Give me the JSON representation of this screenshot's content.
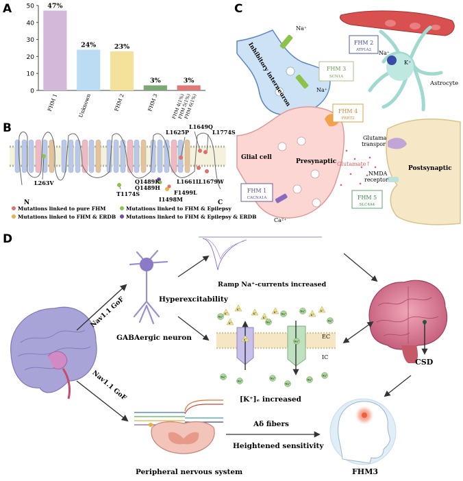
{
  "panels": {
    "a": "A",
    "b": "B",
    "c": "C",
    "d": "D"
  },
  "chart_data": {
    "type": "bar",
    "categories": [
      "FHM 1",
      "Unknown",
      "FHM 2",
      "FHM 3",
      "FHM 4(1%) FHM 5(1%) FHM 6(1%)"
    ],
    "values": [
      47,
      24,
      23,
      3,
      3
    ],
    "value_labels": [
      "47%",
      "24%",
      "23%",
      "3%",
      "3%"
    ],
    "colors": [
      "#d4b8dc",
      "#bcdcf4",
      "#f4e29a",
      "#7ba874",
      "#e07a7a"
    ],
    "ylim": [
      0,
      50
    ],
    "yticks": [
      0,
      10,
      20,
      30,
      40,
      50
    ],
    "title": "",
    "xlabel": "",
    "ylabel": ""
  },
  "panel_b": {
    "mutations": [
      "L263V",
      "T1174S",
      "Q1489K",
      "Q1489H",
      "I1498M",
      "F1499L",
      "L1625P",
      "L1649Q",
      "L1661L",
      "L1679W",
      "L1774S"
    ],
    "terminal_n": "N",
    "terminal_c": "C",
    "legend": [
      {
        "label": "Mutations linked to pure FHM",
        "color": "#e07070"
      },
      {
        "label": "Mutations linked to FHM & Epilepsy",
        "color": "#8ac24a"
      },
      {
        "label": "Mutations linked to FHM & ERDB",
        "color": "#f0b040"
      },
      {
        "label": "Mutations linked to FHM & Epilepsy & ERDB",
        "color": "#7a4aa0"
      }
    ]
  },
  "panel_c": {
    "inhibitory_interneuron": "Inhibitory interneuron",
    "na_top": "Na⁺",
    "na_bottom": "Na⁺",
    "fhm3": {
      "name": "FHM 3",
      "gene": "SCN1A"
    },
    "fhm2": {
      "name": "FHM 2",
      "gene": "ATP1A2"
    },
    "astro_na": "Na⁺",
    "astro_k": "K⁺",
    "astrocyte": "Astrocyte",
    "fhm4": {
      "name": "FHM 4",
      "gene": "PRRT2"
    },
    "glial_cell": "Glial cell",
    "presynaptic": "Presynaptic",
    "glutamate_transporter": [
      "Glutamate",
      "transporter"
    ],
    "glutamate": "Glutamate↑",
    "postsynaptic": "Postsynaptic",
    "nmda_receptor": [
      "NMDA",
      "receptor"
    ],
    "fhm1": {
      "name": "FHM 1",
      "gene": "CACNA1A"
    },
    "ca": "Ca²⁺",
    "fhm5": {
      "name": "FHM 5",
      "gene": "SLC4A4"
    }
  },
  "panel_d": {
    "gof_upper": "Nav1.1 GoF",
    "gof_lower": "Nav1.1 GoF",
    "hyperexcitability": "Hyperexcitability",
    "gabaergic_neuron": "GABAergic neuron",
    "ramp": "Ramp Na⁺-currents increased",
    "k_label": "K⁺",
    "na_label": "Na⁺",
    "ec": "EC",
    "ic": "IC",
    "k_increased": "[K⁺]ₑ increased",
    "csd": "CSD",
    "adelta": "Aδ fibers",
    "heightened": "Heightened sensitivity",
    "pns": "Peripheral nervous system",
    "fhm3": "FHM3"
  }
}
